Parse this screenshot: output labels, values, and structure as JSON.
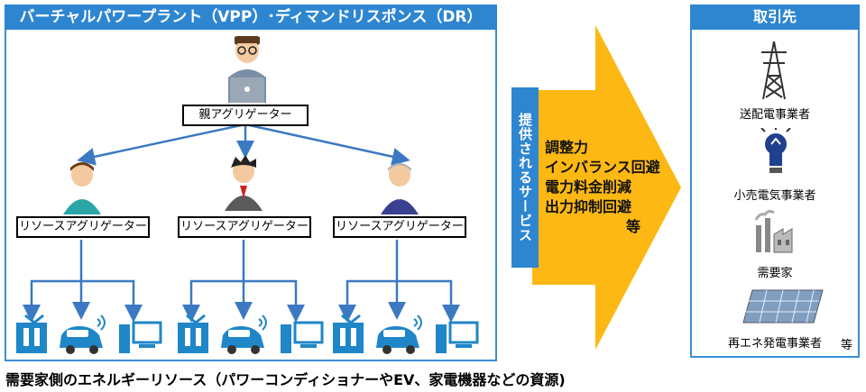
{
  "vpp": {
    "title": "バーチャルパワープラント（VPP）･ディマンドリスポンス（DR）",
    "parent_label": "親アグリゲーター",
    "resource_labels": [
      "リソースアグリゲーター",
      "リソースアグリゲーター",
      "リソースアグリゲーター"
    ]
  },
  "services": {
    "band_label": "提供されるサービス",
    "items": [
      "調整力",
      "インバランス回避",
      "電力料金削減",
      "出力抑制回避"
    ],
    "etc": "等"
  },
  "partners": {
    "title": "取引先",
    "items": [
      "送配電事業者",
      "小売電気事業者",
      "需要家",
      "再エネ発電事業者"
    ],
    "etc": "等"
  },
  "caption": "需要家側のエネルギーリソース（パワーコンディショナーやEV、家電機器などの資源)",
  "colors": {
    "accent": "#2e86d1",
    "connector": "#3b79c3",
    "arrow": "#fdb813"
  },
  "icons": [
    "person-laptop-icon",
    "person-icon",
    "power-conditioner-icon",
    "ev-car-icon",
    "appliance-icon",
    "transmission-tower-icon",
    "light-bulb-icon",
    "factory-icon",
    "solar-panel-icon"
  ]
}
